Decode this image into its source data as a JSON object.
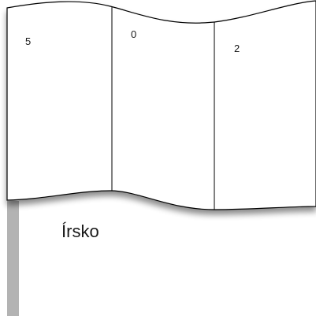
{
  "flag": {
    "cells": [
      {
        "number": "5"
      },
      {
        "number": "0"
      },
      {
        "number": "2"
      }
    ],
    "colors": {
      "fill": "#ffffff",
      "stroke": "#000000",
      "pole": "#b3b3b3",
      "shadow": "#9a9a9a"
    }
  },
  "country": {
    "name": "Írsko"
  }
}
